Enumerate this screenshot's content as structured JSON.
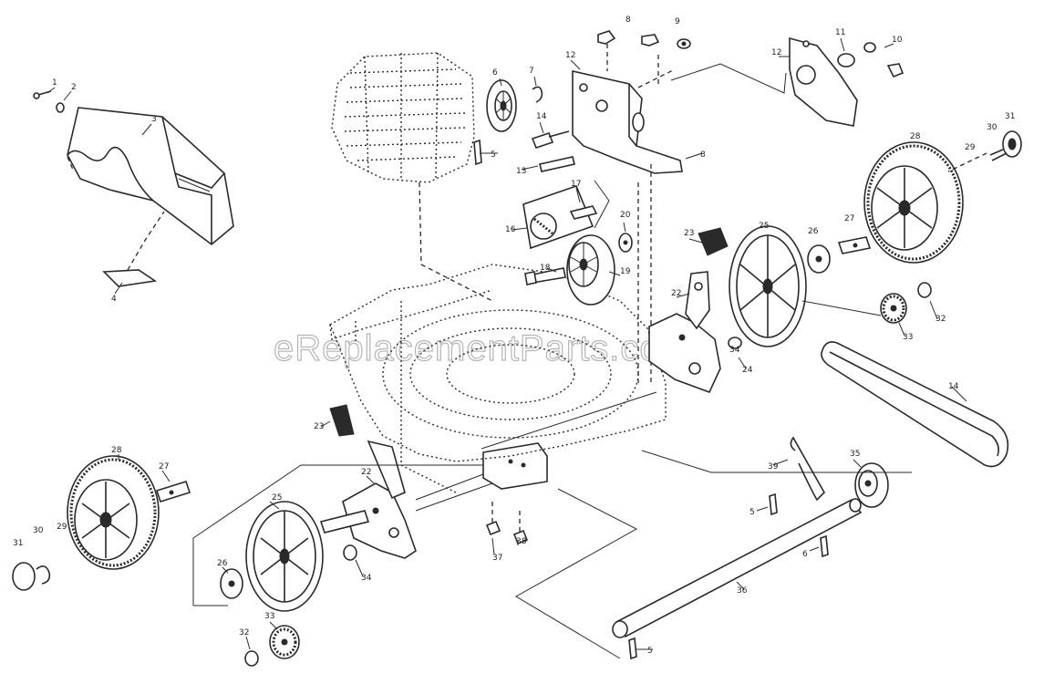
{
  "watermark": "eReplacementParts.com",
  "callouts": [
    {
      "id": "c1",
      "label": "1"
    },
    {
      "id": "c2a",
      "label": "2"
    },
    {
      "id": "c3",
      "label": "3"
    },
    {
      "id": "c4",
      "label": "4"
    },
    {
      "id": "c6",
      "label": "6"
    },
    {
      "id": "c7",
      "label": "7"
    },
    {
      "id": "c5a",
      "label": "5"
    },
    {
      "id": "c14",
      "label": "14"
    },
    {
      "id": "c13",
      "label": "13"
    },
    {
      "id": "c8",
      "label": "8"
    },
    {
      "id": "c9",
      "label": "9"
    },
    {
      "id": "c12",
      "label": "12"
    },
    {
      "id": "c11",
      "label": "11"
    },
    {
      "id": "c10",
      "label": "10"
    },
    {
      "id": "c8b",
      "label": "8"
    },
    {
      "id": "c17",
      "label": "17"
    },
    {
      "id": "c16",
      "label": "16"
    },
    {
      "id": "c20",
      "label": "20"
    },
    {
      "id": "c18",
      "label": "18"
    },
    {
      "id": "c19",
      "label": "19"
    },
    {
      "id": "c28a",
      "label": "28"
    },
    {
      "id": "c29a",
      "label": "29"
    },
    {
      "id": "c30a",
      "label": "30"
    },
    {
      "id": "c25a",
      "label": "25"
    },
    {
      "id": "c26a",
      "label": "26"
    },
    {
      "id": "c27a",
      "label": "27"
    },
    {
      "id": "c23a",
      "label": "23"
    },
    {
      "id": "c22a",
      "label": "22"
    },
    {
      "id": "c24",
      "label": "24"
    },
    {
      "id": "c33a",
      "label": "33"
    },
    {
      "id": "c32a",
      "label": "32"
    },
    {
      "id": "c34a",
      "label": "34"
    },
    {
      "id": "c23b",
      "label": "23"
    },
    {
      "id": "c28b",
      "label": "28"
    },
    {
      "id": "c27b",
      "label": "27"
    },
    {
      "id": "c29b",
      "label": "29"
    },
    {
      "id": "c30b",
      "label": "30"
    },
    {
      "id": "c31",
      "label": "31"
    },
    {
      "id": "c25b",
      "label": "25"
    },
    {
      "id": "c22b",
      "label": "22"
    },
    {
      "id": "c26b",
      "label": "26"
    },
    {
      "id": "c34b",
      "label": "34"
    },
    {
      "id": "c32b",
      "label": "32"
    },
    {
      "id": "c33b",
      "label": "33"
    },
    {
      "id": "c37",
      "label": "37"
    },
    {
      "id": "c38",
      "label": "38"
    },
    {
      "id": "c39",
      "label": "39"
    },
    {
      "id": "c35",
      "label": "35"
    },
    {
      "id": "c5b",
      "label": "5"
    },
    {
      "id": "c6b",
      "label": "6"
    },
    {
      "id": "c36",
      "label": "36"
    },
    {
      "id": "c5c",
      "label": "5"
    },
    {
      "id": "c14b",
      "label": "14"
    }
  ]
}
